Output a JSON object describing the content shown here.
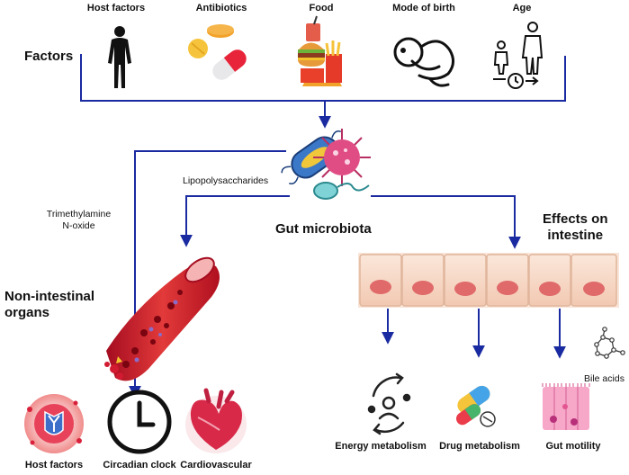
{
  "factors": {
    "title": "Factors",
    "items": [
      {
        "id": "host-factors",
        "label": "Host factors",
        "icon": "human-silhouette-icon"
      },
      {
        "id": "antibiotics",
        "label": "Antibiotics",
        "icon": "pills-icon"
      },
      {
        "id": "food",
        "label": "Food",
        "icon": "fast-food-icon"
      },
      {
        "id": "mode-of-birth",
        "label": "Mode of birth",
        "icon": "infant-icon"
      },
      {
        "id": "age",
        "label": "Age",
        "icon": "age-progression-icon"
      }
    ]
  },
  "center": {
    "label": "Gut microbiota",
    "icon": "microbes-icon"
  },
  "metabolites": {
    "lps": "Lipopolysaccharides",
    "tmao_line1": "Trimethylamine",
    "tmao_line2": "N-oxide",
    "bile": "Bile acids"
  },
  "non_intestinal": {
    "title_line1": "Non-intestinal",
    "title_line2": "organs",
    "icon": "blood-vessel-icon",
    "outcomes": [
      {
        "id": "host-factors-outcome",
        "label": "Host factors",
        "icon": "antibody-cell-icon"
      },
      {
        "id": "circadian",
        "label": "Circadian clock",
        "icon": "clock-icon"
      },
      {
        "id": "cardio",
        "label": "Cardiovascular",
        "icon": "heart-icon"
      }
    ]
  },
  "intestine": {
    "title_line1": "Effects on",
    "title_line2": "intestine",
    "icon": "intestinal-epithelium-icon",
    "outcomes": [
      {
        "id": "energy",
        "label": "Energy metabolism",
        "icon": "energy-metabolism-icon"
      },
      {
        "id": "drug",
        "label": "Drug metabolism",
        "icon": "capsule-icon"
      },
      {
        "id": "motility",
        "label": "Gut motility",
        "icon": "gut-cells-icon"
      }
    ]
  },
  "colors": {
    "arrow": "#1a2aa0",
    "bacteria_blue": "#3b78c8",
    "virus_pink": "#d9487a",
    "blood_red": "#c9102a",
    "cell_fill": "#f7d8c6",
    "nucleus": "#e06a6a"
  }
}
